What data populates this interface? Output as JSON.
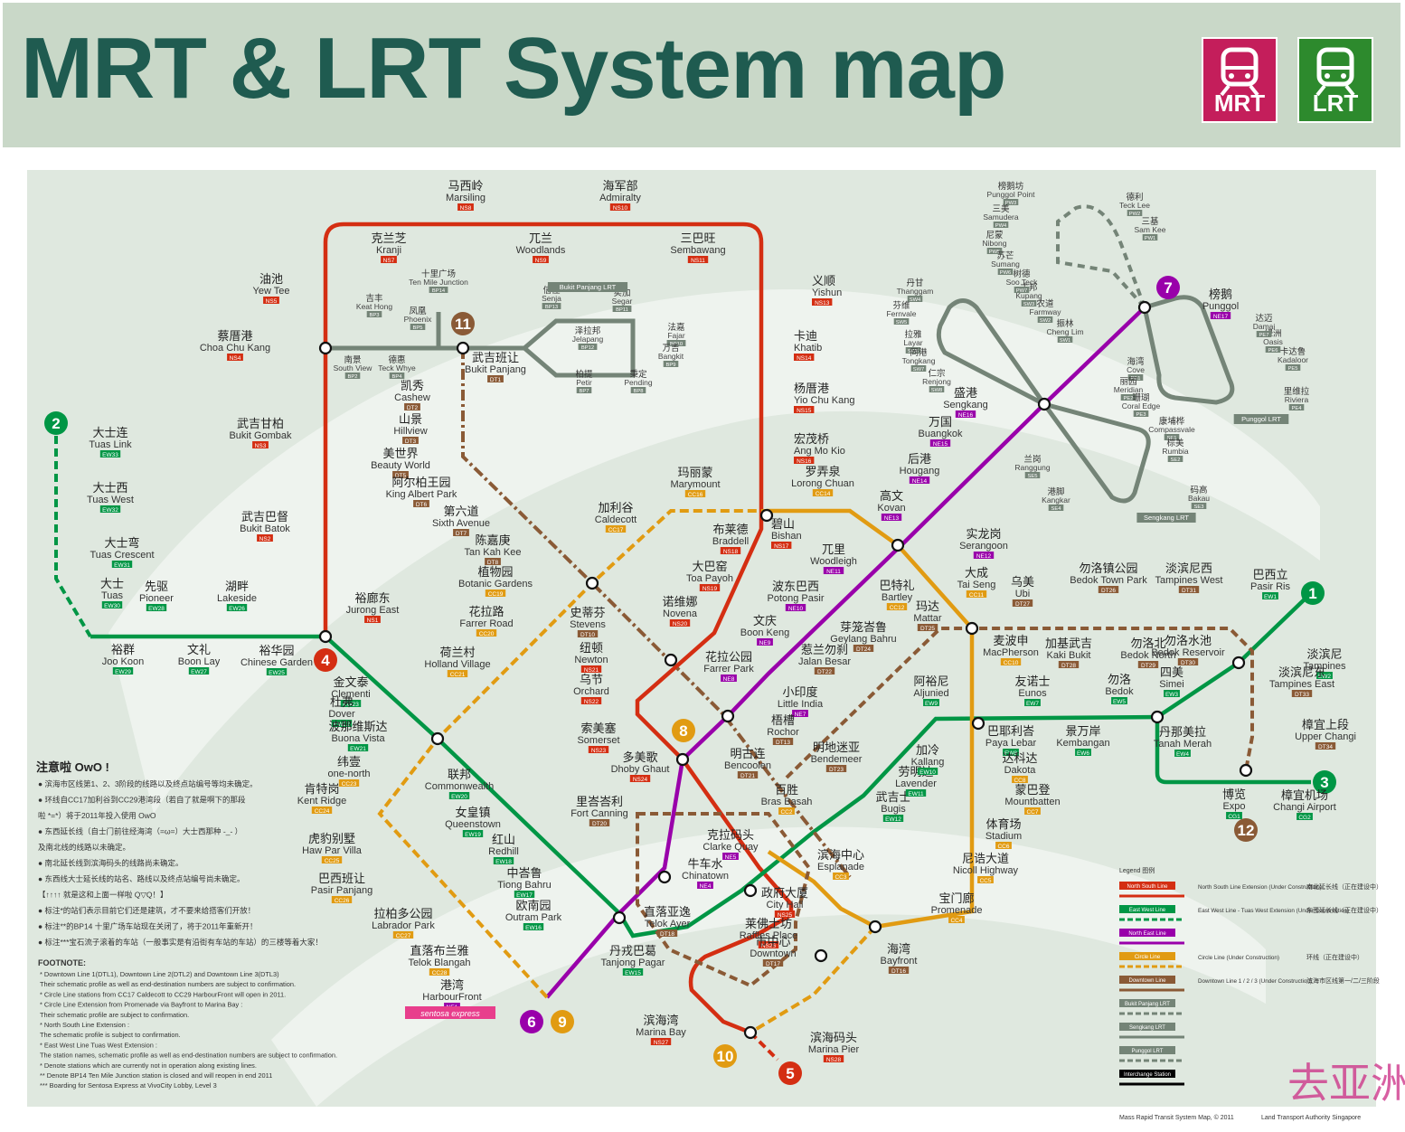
{
  "title": "MRT & LRT System map",
  "badges": [
    {
      "label": "MRT",
      "color": "#c41e5b"
    },
    {
      "label": "LRT",
      "color": "#2d8a2d"
    }
  ],
  "colors": {
    "nsl": "#d42e12",
    "ewl": "#009645",
    "nel": "#9900aa",
    "ccl": "#e19b12",
    "dtl": "#8a5a36",
    "lrt": "#748477",
    "bg_band": "#dfe8df"
  },
  "line_numbers": [
    {
      "n": "1",
      "color": "#009645"
    },
    {
      "n": "2",
      "color": "#009645"
    },
    {
      "n": "3",
      "color": "#009645"
    },
    {
      "n": "4",
      "color": "#d42e12"
    },
    {
      "n": "5",
      "color": "#d42e12"
    },
    {
      "n": "6",
      "color": "#9900aa"
    },
    {
      "n": "7",
      "color": "#9900aa"
    },
    {
      "n": "8",
      "color": "#e19b12"
    },
    {
      "n": "9",
      "color": "#e19b12"
    },
    {
      "n": "10",
      "color": "#e19b12"
    },
    {
      "n": "11",
      "color": "#8a5a36"
    },
    {
      "n": "12",
      "color": "#8a5a36"
    }
  ],
  "stations": [
    {
      "en": "Marsiling",
      "zh": "马西岭",
      "code": "NS8"
    },
    {
      "en": "Admiralty",
      "zh": "海军部",
      "code": "NS10"
    },
    {
      "en": "Kranji",
      "zh": "克兰芝",
      "code": "NS7"
    },
    {
      "en": "Woodlands",
      "zh": "兀兰",
      "code": "NS9"
    },
    {
      "en": "Sembawang",
      "zh": "三巴旺",
      "code": "NS11"
    },
    {
      "en": "Yew Tee",
      "zh": "油池",
      "code": "NS5"
    },
    {
      "en": "Choa Chu Kang",
      "zh": "蔡厝港",
      "code": "NS4"
    },
    {
      "en": "Bukit Gombak",
      "zh": "武吉甘柏",
      "code": "NS3"
    },
    {
      "en": "Bukit Batok",
      "zh": "武吉巴督",
      "code": "NS2"
    },
    {
      "en": "Jurong East",
      "zh": "裕廊东",
      "code": "NS1"
    },
    {
      "en": "Yishun",
      "zh": "义顺",
      "code": "NS13"
    },
    {
      "en": "Khatib",
      "zh": "卡迪",
      "code": "NS14"
    },
    {
      "en": "Yio Chu Kang",
      "zh": "杨厝港",
      "code": "NS15"
    },
    {
      "en": "Ang Mo Kio",
      "zh": "宏茂桥",
      "code": "NS16"
    },
    {
      "en": "Bishan",
      "zh": "碧山",
      "code": "NS17"
    },
    {
      "en": "Braddell",
      "zh": "布莱德",
      "code": "NS18"
    },
    {
      "en": "Toa Payoh",
      "zh": "大巴窑",
      "code": "NS19"
    },
    {
      "en": "Novena",
      "zh": "诺维娜",
      "code": "NS20"
    },
    {
      "en": "Newton",
      "zh": "纽顿",
      "code": "NS21"
    },
    {
      "en": "Orchard",
      "zh": "乌节",
      "code": "NS22"
    },
    {
      "en": "Somerset",
      "zh": "索美塞",
      "code": "NS23"
    },
    {
      "en": "Dhoby Ghaut",
      "zh": "多美歌",
      "code": "NS24"
    },
    {
      "en": "City Hall",
      "zh": "政府大厦",
      "code": "NS25"
    },
    {
      "en": "Raffles Place",
      "zh": "莱佛士坊",
      "code": "NS26"
    },
    {
      "en": "Marina Bay",
      "zh": "滨海湾",
      "code": "NS27"
    },
    {
      "en": "Marina Pier",
      "zh": "滨海码头",
      "code": "NS28"
    },
    {
      "en": "Tuas Link",
      "zh": "大士连",
      "code": "EW33"
    },
    {
      "en": "Tuas West",
      "zh": "大士西",
      "code": "EW32"
    },
    {
      "en": "Tuas Crescent",
      "zh": "大士弯",
      "code": "EW31"
    },
    {
      "en": "Tuas",
      "zh": "大士",
      "code": "EW30"
    },
    {
      "en": "Joo Koon",
      "zh": "裕群",
      "code": "EW29"
    },
    {
      "en": "Pioneer",
      "zh": "先驱",
      "code": "EW28"
    },
    {
      "en": "Boon Lay",
      "zh": "文礼",
      "code": "EW27"
    },
    {
      "en": "Lakeside",
      "zh": "湖畔",
      "code": "EW26"
    },
    {
      "en": "Chinese Garden",
      "zh": "裕华园",
      "code": "EW25"
    },
    {
      "en": "Clementi",
      "zh": "金文泰",
      "code": "EW23"
    },
    {
      "en": "Dover",
      "zh": "杜弗",
      "code": "EW22"
    },
    {
      "en": "Buona Vista",
      "zh": "波那维斯达",
      "code": "EW21"
    },
    {
      "en": "Commonwealth",
      "zh": "联邦",
      "code": "EW20"
    },
    {
      "en": "Queenstown",
      "zh": "女皇镇",
      "code": "EW19"
    },
    {
      "en": "Redhill",
      "zh": "红山",
      "code": "EW18"
    },
    {
      "en": "Tiong Bahru",
      "zh": "中峇鲁",
      "code": "EW17"
    },
    {
      "en": "Outram Park",
      "zh": "欧南园",
      "code": "EW16"
    },
    {
      "en": "Tanjong Pagar",
      "zh": "丹戎巴葛",
      "code": "EW15"
    },
    {
      "en": "Bugis",
      "zh": "武吉士",
      "code": "EW12"
    },
    {
      "en": "Lavender",
      "zh": "劳明达",
      "code": "EW11"
    },
    {
      "en": "Kallang",
      "zh": "加冷",
      "code": "EW10"
    },
    {
      "en": "Aljunied",
      "zh": "阿裕尼",
      "code": "EW9"
    },
    {
      "en": "Paya Lebar",
      "zh": "巴耶利峇",
      "code": "EW8"
    },
    {
      "en": "Eunos",
      "zh": "友诺士",
      "code": "EW7"
    },
    {
      "en": "Kembangan",
      "zh": "景万岸",
      "code": "EW6"
    },
    {
      "en": "Bedok",
      "zh": "勿洛",
      "code": "EW5"
    },
    {
      "en": "Tanah Merah",
      "zh": "丹那美拉",
      "code": "EW4"
    },
    {
      "en": "Simei",
      "zh": "四美",
      "code": "EW3"
    },
    {
      "en": "Tampines",
      "zh": "淡滨尼",
      "code": "EW2"
    },
    {
      "en": "Pasir Ris",
      "zh": "巴西立",
      "code": "EW1"
    },
    {
      "en": "Expo",
      "zh": "博览",
      "code": "CG1"
    },
    {
      "en": "Changi Airport",
      "zh": "樟宜机场",
      "code": "CG2"
    },
    {
      "en": "HarbourFront",
      "zh": "港湾",
      "code": "NE1"
    },
    {
      "en": "Chinatown",
      "zh": "牛车水",
      "code": "NE4"
    },
    {
      "en": "Clarke Quay",
      "zh": "克拉码头",
      "code": "NE5"
    },
    {
      "en": "Little India",
      "zh": "小印度",
      "code": "NE7"
    },
    {
      "en": "Farrer Park",
      "zh": "花拉公园",
      "code": "NE8"
    },
    {
      "en": "Boon Keng",
      "zh": "文庆",
      "code": "NE9"
    },
    {
      "en": "Potong Pasir",
      "zh": "波东巴西",
      "code": "NE10"
    },
    {
      "en": "Woodleigh",
      "zh": "兀里",
      "code": "NE11"
    },
    {
      "en": "Serangoon",
      "zh": "实龙岗",
      "code": "NE12"
    },
    {
      "en": "Kovan",
      "zh": "高文",
      "code": "NE13"
    },
    {
      "en": "Hougang",
      "zh": "后港",
      "code": "NE14"
    },
    {
      "en": "Buangkok",
      "zh": "万国",
      "code": "NE15"
    },
    {
      "en": "Sengkang",
      "zh": "盛港",
      "code": "NE16"
    },
    {
      "en": "Punggol",
      "zh": "榜鹅",
      "code": "NE17"
    },
    {
      "en": "Marymount",
      "zh": "玛丽蒙",
      "code": "CC16"
    },
    {
      "en": "Caldecott",
      "zh": "加利谷",
      "code": "CC17"
    },
    {
      "en": "Lorong Chuan",
      "zh": "罗弄泉",
      "code": "CC14"
    },
    {
      "en": "Tai Seng",
      "zh": "大成",
      "code": "CC11"
    },
    {
      "en": "Bartley",
      "zh": "巴特礼",
      "code": "CC12"
    },
    {
      "en": "MacPherson",
      "zh": "麦波申",
      "code": "CC10"
    },
    {
      "en": "Dakota",
      "zh": "达科达",
      "code": "CC8"
    },
    {
      "en": "Mountbatten",
      "zh": "蒙巴登",
      "code": "CC7"
    },
    {
      "en": "Stadium",
      "zh": "体育场",
      "code": "CC6"
    },
    {
      "en": "Nicoll Highway",
      "zh": "尼诰大道",
      "code": "CC5"
    },
    {
      "en": "Promenade",
      "zh": "宝门廊",
      "code": "CC4"
    },
    {
      "en": "Esplanade",
      "zh": "滨海中心",
      "code": "CC3"
    },
    {
      "en": "Bras Basah",
      "zh": "百胜",
      "code": "CC2"
    },
    {
      "en": "Botanic Gardens",
      "zh": "植物园",
      "code": "CC19"
    },
    {
      "en": "Farrer Road",
      "zh": "花拉路",
      "code": "CC20"
    },
    {
      "en": "Holland Village",
      "zh": "荷兰村",
      "code": "CC21"
    },
    {
      "en": "one-north",
      "zh": "纬壹",
      "code": "CC23"
    },
    {
      "en": "Kent Ridge",
      "zh": "肯特岗",
      "code": "CC24"
    },
    {
      "en": "Haw Par Villa",
      "zh": "虎豹别墅",
      "code": "CC25"
    },
    {
      "en": "Pasir Panjang",
      "zh": "巴西班让",
      "code": "CC26"
    },
    {
      "en": "Labrador Park",
      "zh": "拉柏多公园",
      "code": "CC27"
    },
    {
      "en": "Telok Blangah",
      "zh": "直落布兰雅",
      "code": "CC28"
    },
    {
      "en": "Bukit Panjang",
      "zh": "武吉班让",
      "code": "DT1"
    },
    {
      "en": "Cashew",
      "zh": "凯秀",
      "code": "DT2"
    },
    {
      "en": "Hillview",
      "zh": "山景",
      "code": "DT3"
    },
    {
      "en": "Beauty World",
      "zh": "美世界",
      "code": "DT5"
    },
    {
      "en": "King Albert Park",
      "zh": "阿尔柏王园",
      "code": "DT6"
    },
    {
      "en": "Sixth Avenue",
      "zh": "第六道",
      "code": "DT7"
    },
    {
      "en": "Tan Kah Kee",
      "zh": "陈嘉庚",
      "code": "DT8"
    },
    {
      "en": "Stevens",
      "zh": "史蒂芬",
      "code": "DT10"
    },
    {
      "en": "Rochor",
      "zh": "梧槽",
      "code": "DT13"
    },
    {
      "en": "Bencoolen",
      "zh": "明古连",
      "code": "DT21"
    },
    {
      "en": "Fort Canning",
      "zh": "里峇峇利",
      "code": "DT20"
    },
    {
      "en": "Telok Ayer",
      "zh": "直落亚逸",
      "code": "DT18"
    },
    {
      "en": "Downtown",
      "zh": "市中心",
      "code": "DT17"
    },
    {
      "en": "Bayfront",
      "zh": "海湾",
      "code": "DT16"
    },
    {
      "en": "Jalan Besar",
      "zh": "惹兰勿刹",
      "code": "DT22"
    },
    {
      "en": "Bendemeer",
      "zh": "明地迷亚",
      "code": "DT23"
    },
    {
      "en": "Geylang Bahru",
      "zh": "芽笼峇鲁",
      "code": "DT24"
    },
    {
      "en": "Mattar",
      "zh": "玛达",
      "code": "DT25"
    },
    {
      "en": "Ubi",
      "zh": "乌美",
      "code": "DT27"
    },
    {
      "en": "Kaki Bukit",
      "zh": "加基武吉",
      "code": "DT28"
    },
    {
      "en": "Bedok North",
      "zh": "勿洛北",
      "code": "DT29"
    },
    {
      "en": "Bedok Reservoir",
      "zh": "勿洛水池",
      "code": "DT30"
    },
    {
      "en": "Tampines West",
      "zh": "淡滨尼西",
      "code": "DT31"
    },
    {
      "en": "Tampines East",
      "zh": "淡滨尼东",
      "code": "DT33"
    },
    {
      "en": "Upper Changi",
      "zh": "樟宜上段",
      "code": "DT34"
    },
    {
      "en": "Bedok Town Park",
      "zh": "勿洛镇公园",
      "code": "DT26"
    }
  ],
  "lrt_labels": [
    {
      "en": "Ten Mile Junction",
      "zh": "十里广场",
      "code": "BP14"
    },
    {
      "en": "Keat Hong",
      "zh": "吉丰",
      "code": "BP3"
    },
    {
      "en": "Phoenix",
      "zh": "凤凰",
      "code": "BP5"
    },
    {
      "en": "South View",
      "zh": "南景",
      "code": "BP2"
    },
    {
      "en": "Teck Whye",
      "zh": "德惠",
      "code": "BP4"
    },
    {
      "en": "Senja",
      "zh": "信佳",
      "code": "BP13"
    },
    {
      "en": "Segar",
      "zh": "实加",
      "code": "BP11"
    },
    {
      "en": "Jelapang",
      "zh": "泽拉邦",
      "code": "BP12"
    },
    {
      "en": "Fajar",
      "zh": "法嘉",
      "code": "BP10"
    },
    {
      "en": "Bangkit",
      "zh": "万吉",
      "code": "BP9"
    },
    {
      "en": "Petir",
      "zh": "柏提",
      "code": "BP7"
    },
    {
      "en": "Pending",
      "zh": "秉定",
      "code": "BP8"
    },
    {
      "en": "Thanggam",
      "zh": "丹甘",
      "code": "SW4"
    },
    {
      "en": "Fernvale",
      "zh": "芬维",
      "code": "SW5"
    },
    {
      "en": "Layar",
      "zh": "拉雅",
      "code": "SW6"
    },
    {
      "en": "Tongkang",
      "zh": "同港",
      "code": "SW7"
    },
    {
      "en": "Renjong",
      "zh": "仁宗",
      "code": "SW8"
    },
    {
      "en": "Kupang",
      "zh": "古邦",
      "code": "SW3"
    },
    {
      "en": "Farmway",
      "zh": "农道",
      "code": "SW2"
    },
    {
      "en": "Cheng Lim",
      "zh": "振林",
      "code": "SW1"
    },
    {
      "en": "Cove",
      "zh": "海湾",
      "code": "PE1"
    },
    {
      "en": "Meridian",
      "zh": "丽园",
      "code": "PE2"
    },
    {
      "en": "Coral Edge",
      "zh": "珊瑚",
      "code": "PE3"
    },
    {
      "en": "Riviera",
      "zh": "里维拉",
      "code": "PE4"
    },
    {
      "en": "Kadaloor",
      "zh": "卡达鲁",
      "code": "PE5"
    },
    {
      "en": "Oasis",
      "zh": "绿洲",
      "code": "PE6"
    },
    {
      "en": "Damai",
      "zh": "达迈",
      "code": "PE7"
    },
    {
      "en": "Compassvale",
      "zh": "康埔桦",
      "code": "SE1"
    },
    {
      "en": "Rumbia",
      "zh": "棕美",
      "code": "SE2"
    },
    {
      "en": "Bakau",
      "zh": "码高",
      "code": "SE3"
    },
    {
      "en": "Kangkar",
      "zh": "港脚",
      "code": "SE4"
    },
    {
      "en": "Ranggung",
      "zh": "兰岗",
      "code": "SE5"
    },
    {
      "en": "Teck Lee",
      "zh": "德利",
      "code": "PW2"
    },
    {
      "en": "Sam Kee",
      "zh": "三基",
      "code": "PW1"
    },
    {
      "en": "Punggol Point",
      "zh": "榜鹅坊",
      "code": "PW3"
    },
    {
      "en": "Samudera",
      "zh": "三美",
      "code": "PW4"
    },
    {
      "en": "Nibong",
      "zh": "尼蒙",
      "code": "PW5"
    },
    {
      "en": "Sumang",
      "zh": "苏芒",
      "code": "PW6"
    },
    {
      "en": "Soo Teck",
      "zh": "树德",
      "code": "PW7"
    }
  ],
  "lrt_tags": [
    "Bukit Panjang LRT",
    "Punggol LRT",
    "Sengkang LRT"
  ],
  "notes_title": "注意啦 OwO !",
  "notes": [
    "● 滨海市区线第1、2、3阶段的线路以及终点站编号等均未确定。",
    "● 环线自CC17加利谷到CC29港湾段（若自了就是啊下的那段",
    "啦 *=*）将于2011年投入使用 OwO",
    "● 东西延长线（自士门前往经海湾（=ω=）大士西那种 -_- ）",
    "及南北线的线路以未确定。",
    "● 南北延长线到滨海码头的线路尚未确定。",
    "● 东西线大士延长线的站名、路线以及终点站编号尚未确定。",
    "【↑↑↑↑ 就是这和上面一样啦 Q▽Q！】",
    "● 标注*的站们表示目前它们还是建筑，才不要来给搭客们开放！",
    "● 标注**的BP14 十里广场车站现在关闭了，将于2011年重新开！",
    "● 标注***宝石流子滚着的车站（一般事实是有沿街有车站的车站）的三楼等着大家！"
  ],
  "footnote_title": "FOOTNOTE:",
  "footnotes": [
    "* Downtown Line 1(DTL1), Downtown Line 2(DTL2) and Downtown Line 3(DTL3)",
    "Their schematic profile as well as end-destination numbers are subject to confirmation.",
    "* Circle Line stations from CC17 Caldecott to CC29 HarbourFront will open in 2011.",
    "* Circle Line Extension from Promenade via Bayfront to Marina Bay :",
    "Their schematic profile are subject to confirmation.",
    "* North South Line Extension :",
    "The schematic profile is subject to confirmation.",
    "* East West Line Tuas West Extension :",
    "The station names, schematic profile as well as end-destination numbers are subject to confirmation.",
    "* Denote stations which are currently not in operation along existing lines.",
    "** Denote BP14 Ten Mile Junction station is closed and will reopen in end 2011",
    "*** Boarding for Sentosa Express at VivoCity Lobby, Level 3"
  ],
  "sentosa": "sentosa express",
  "legend_title": "Legend 图例",
  "legend": [
    {
      "tag": "North South Line",
      "en": "North South Line Extension (Under Construction)",
      "zh": "南北延长线（正在建设中）",
      "color": "#d42e12"
    },
    {
      "tag": "East West Line",
      "en": "East West Line - Tuas West Extension (Under Construction)",
      "zh": "东西延长线（正在建设中）",
      "color": "#009645"
    },
    {
      "tag": "North East Line",
      "en": "",
      "zh": "",
      "color": "#9900aa"
    },
    {
      "tag": "Circle Line",
      "en": "Circle Line (Under Construction)",
      "zh": "环线（正在建设中）",
      "color": "#e19b12"
    },
    {
      "tag": "Downtown Line",
      "en": "Downtown Line 1 / 2 / 3 (Under Construction)",
      "zh": "滨海市区线第一/二/三阶段",
      "color": "#8a5a36"
    },
    {
      "tag": "Bukit Panjang LRT",
      "en": "",
      "zh": "",
      "color": "#748477"
    },
    {
      "tag": "Sengkang LRT",
      "en": "",
      "zh": "",
      "color": "#748477"
    },
    {
      "tag": "Punggol LRT",
      "en": "",
      "zh": "",
      "color": "#748477"
    },
    {
      "tag": "Interchange Station",
      "en": "",
      "zh": "",
      "color": "#000000"
    }
  ],
  "copyright": "Mass Rapid Transit System Map, © 2011",
  "copyright2": "Land Transport Authority Singapore",
  "watermark": "去亚洲"
}
